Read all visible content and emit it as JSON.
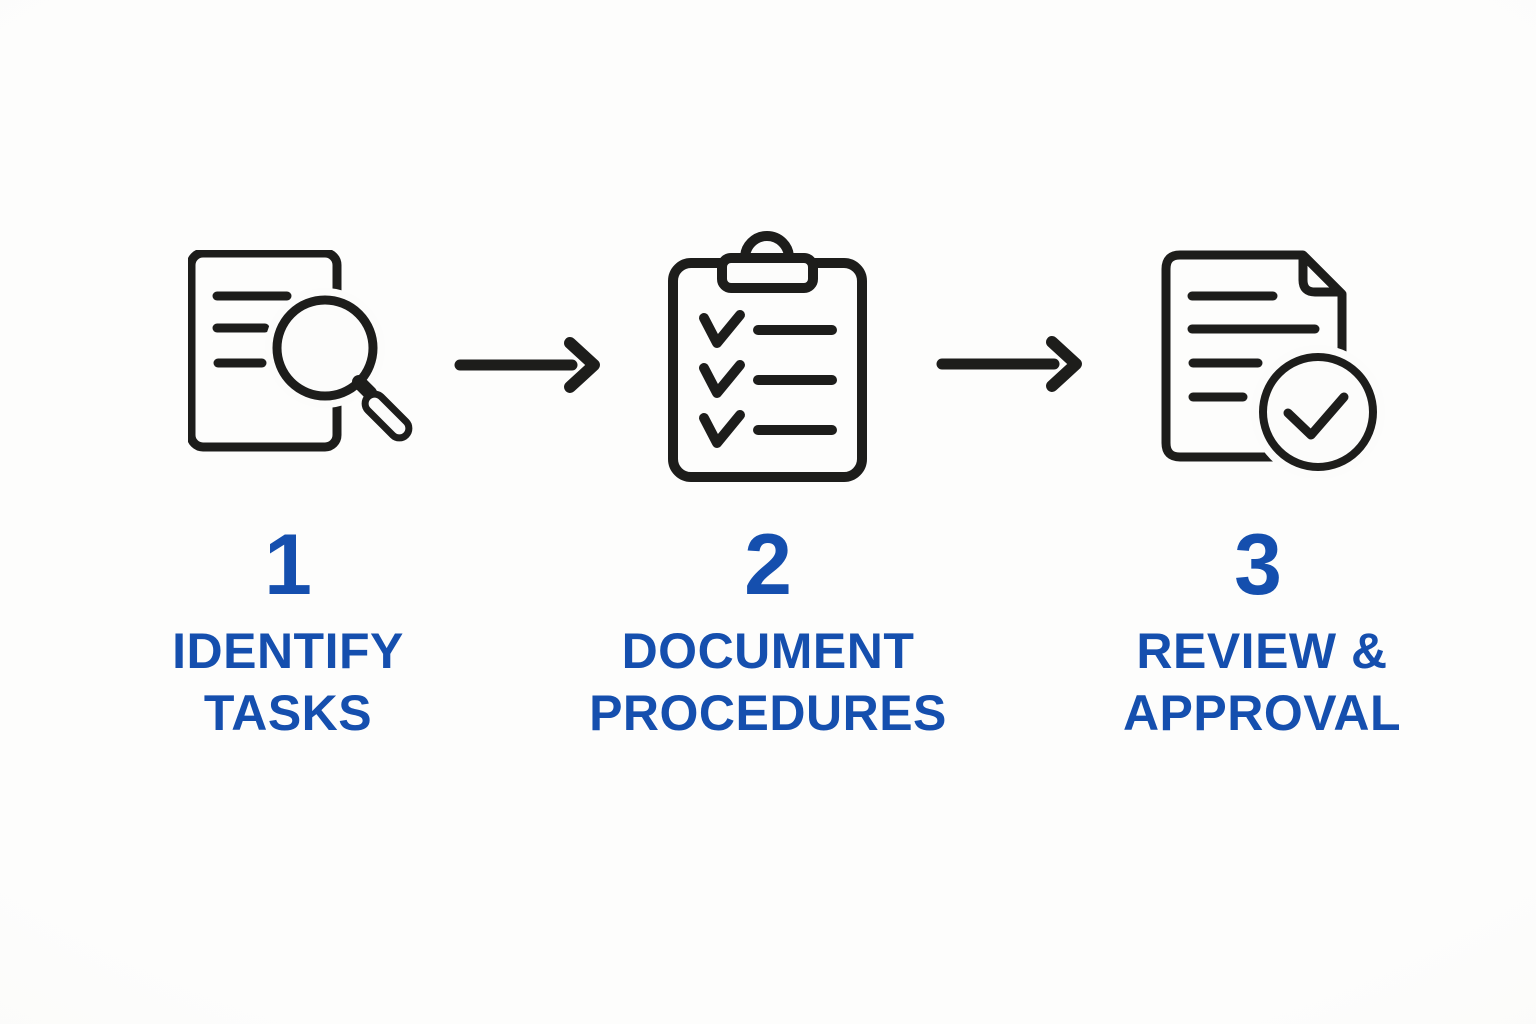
{
  "diagram": {
    "background_color": "#fbfbfa",
    "accent_color": "#154fae",
    "icon_stroke_color": "#1d1d1b",
    "steps": [
      {
        "number": "1",
        "label_lines": [
          "IDENTIFY",
          "TASKS"
        ],
        "icon": "document-search-icon"
      },
      {
        "number": "2",
        "label_lines": [
          "DOCUMENT",
          "PROCEDURES"
        ],
        "icon": "clipboard-checklist-icon"
      },
      {
        "number": "3",
        "label_lines": [
          "REVIEW &",
          "APPROVAL"
        ],
        "icon": "document-approved-check-icon"
      }
    ]
  }
}
